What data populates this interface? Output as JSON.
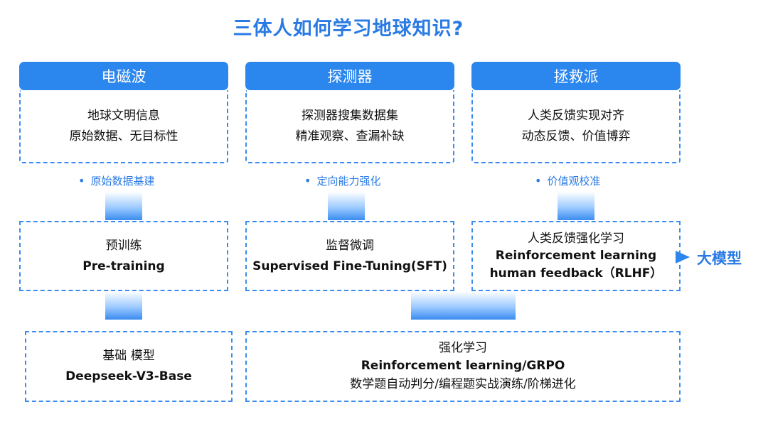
{
  "title": "三体人如何学习地球知识?",
  "columns": [
    {
      "header": "电磁波",
      "lines": [
        "地球文明信息",
        "原始数据、无目标性"
      ],
      "tag": "原始数据基建",
      "stage_zh": "预训练",
      "stage_en": "Pre-training"
    },
    {
      "header": "探测器",
      "lines": [
        "探测器搜集数据集",
        "精准观察、查漏补缺"
      ],
      "tag": "定向能力强化",
      "stage_zh": "监督微调",
      "stage_en": "Supervised Fine-Tuning(SFT)"
    },
    {
      "header": "拯救派",
      "lines": [
        "人类反馈实现对齐",
        "动态反馈、价值博弈"
      ],
      "tag": "价值观校准",
      "stage_zh": "人类反馈强化学习",
      "stage_en": [
        "Reinforcement learning",
        "human feedback（RLHF）"
      ]
    }
  ],
  "base_model": {
    "zh": "基础 模型",
    "en": "Deepseek-V3-Base"
  },
  "rl": {
    "zh": "强化学习",
    "en": "Reinforcement learning/GRPO",
    "desc": "数学题自动判分/编程题实战演练/阶梯进化"
  },
  "output_label": "大模型",
  "colors": {
    "accent": "#2b86ee",
    "title": "#2a7ae4",
    "border": "#3a8cf0"
  }
}
